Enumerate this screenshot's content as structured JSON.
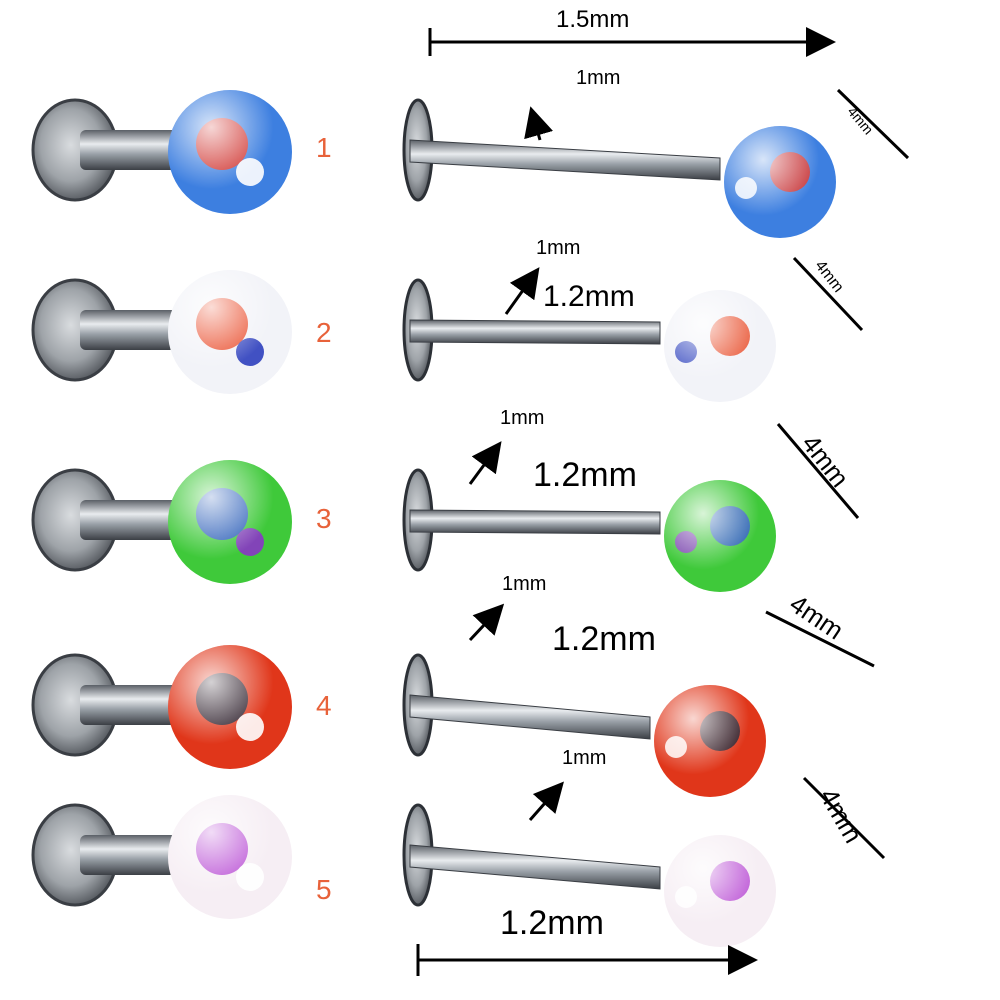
{
  "items": [
    {
      "number": "1",
      "stud_width": "1mm",
      "bar_length": "1.5mm",
      "ball_size": "4mm",
      "ball_colors": [
        "#3d7fe0",
        "#e02d1e",
        "#ffffff"
      ]
    },
    {
      "number": "2",
      "stud_width": "1mm",
      "bar_length": "1.2mm",
      "ball_size": "4mm",
      "ball_colors": [
        "#f2f3f8",
        "#e9431f",
        "#2d3fbd"
      ]
    },
    {
      "number": "3",
      "stud_width": "1mm",
      "bar_length": "1.2mm",
      "ball_size": "4mm",
      "ball_colors": [
        "#3fc93a",
        "#2c54c8",
        "#8a35c6"
      ]
    },
    {
      "number": "4",
      "stud_width": "1mm",
      "bar_length": "1.2mm",
      "ball_size": "4mm",
      "ball_colors": [
        "#e0361a",
        "#161a2a",
        "#ffffff"
      ]
    },
    {
      "number": "5",
      "stud_width": "1mm",
      "bar_length": "1.2mm",
      "ball_size": "4mm",
      "ball_colors": [
        "#f6eef4",
        "#b43fd1",
        "#ffffff"
      ]
    }
  ],
  "number_color": "#e8623a"
}
